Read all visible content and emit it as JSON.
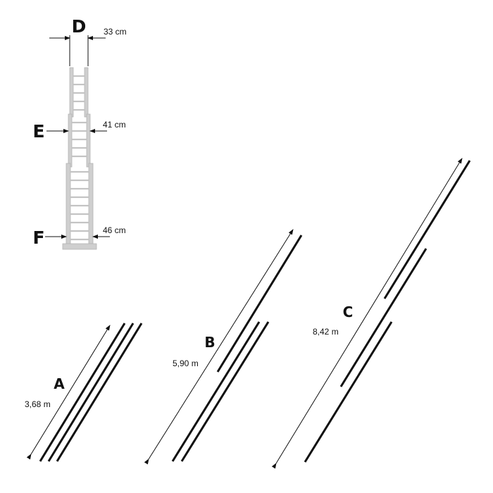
{
  "ladder": {
    "top": {
      "letter": "D",
      "width": "33 cm"
    },
    "middle": {
      "letter": "E",
      "width": "41 cm"
    },
    "bottom": {
      "letter": "F",
      "width": "46 cm"
    }
  },
  "configs": [
    {
      "letter": "A",
      "length": "3,68 m"
    },
    {
      "letter": "B",
      "length": "5,90 m"
    },
    {
      "letter": "C",
      "length": "8,42 m"
    }
  ]
}
